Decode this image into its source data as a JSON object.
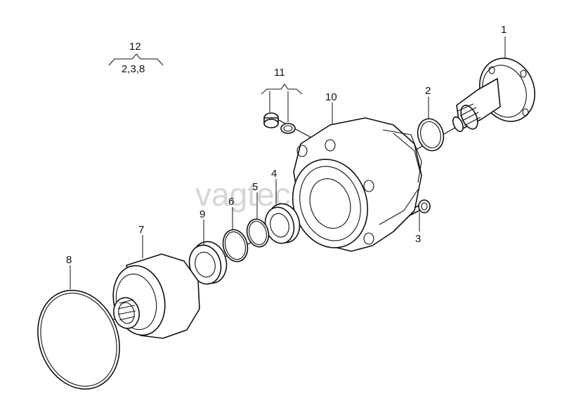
{
  "watermark": "vagtec.ru",
  "labels": {
    "p1": "1",
    "p2": "2",
    "p3": "3",
    "p4": "4",
    "p5": "5",
    "p6": "6",
    "p7": "7",
    "p8": "8",
    "p9": "9",
    "p10": "10",
    "p11": "11",
    "p12": "12",
    "p12_sub": "2,3,8"
  }
}
